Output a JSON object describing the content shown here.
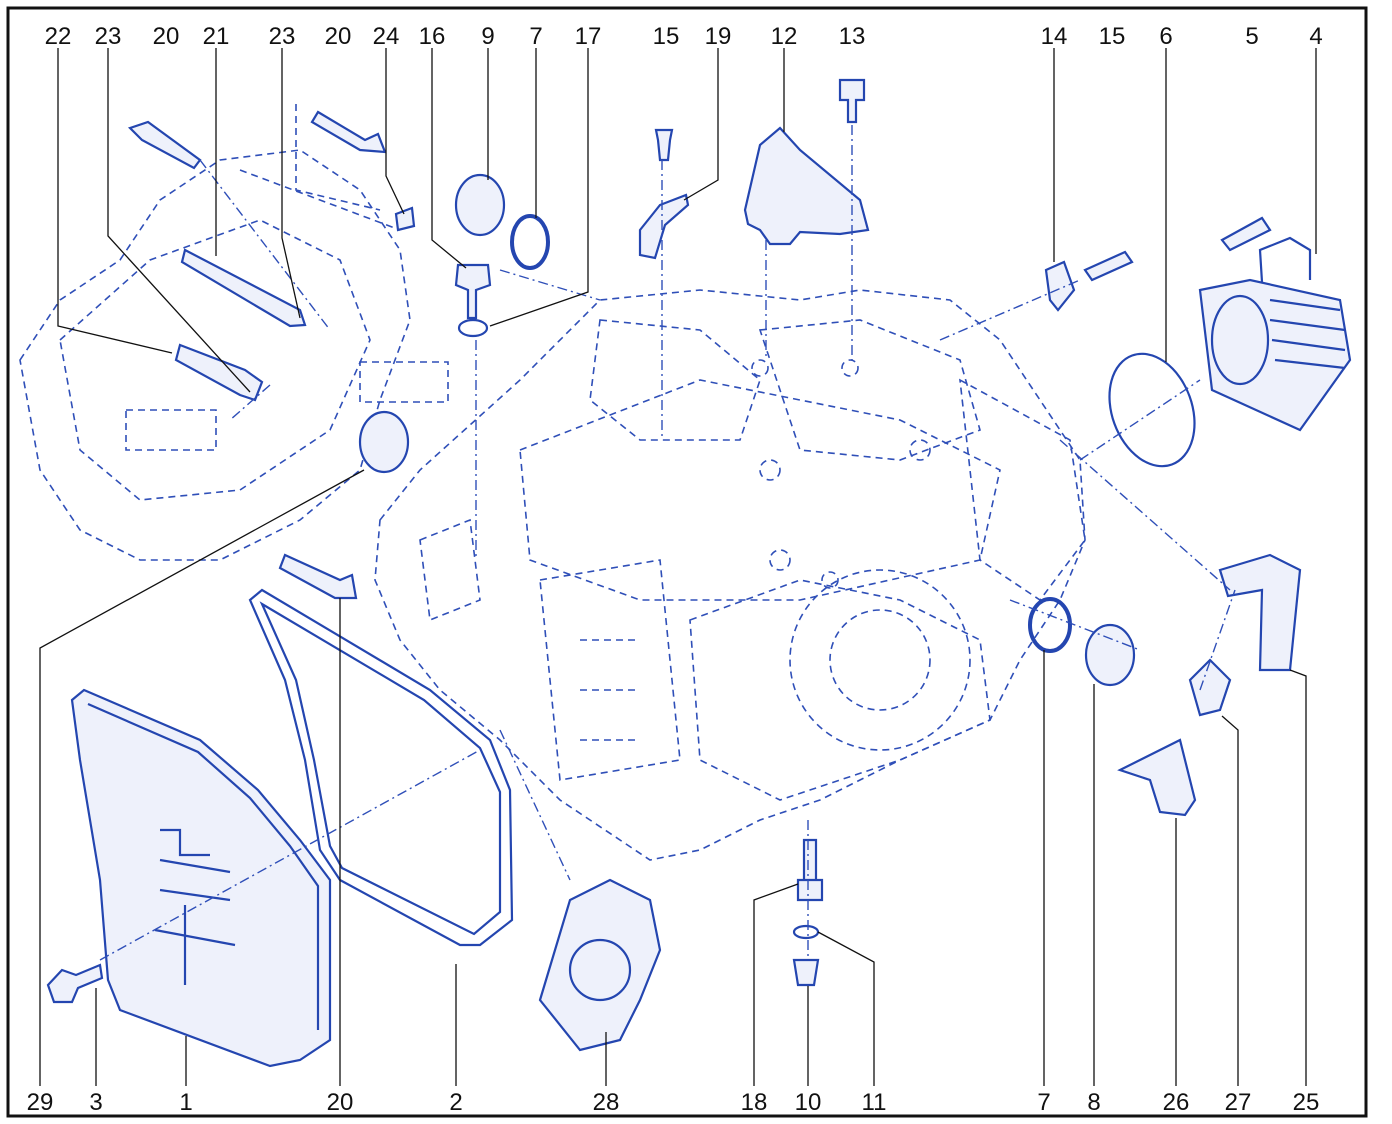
{
  "diagram": {
    "callouts_top": [
      "22",
      "23",
      "20",
      "21",
      "23",
      "20",
      "24",
      "16",
      "9",
      "7",
      "17",
      "15",
      "19",
      "12",
      "13",
      "14",
      "15",
      "6",
      "5",
      "4"
    ],
    "callouts_bottom": [
      "29",
      "3",
      "1",
      "20",
      "2",
      "28",
      "18",
      "10",
      "11",
      "7",
      "8",
      "26",
      "27",
      "25"
    ],
    "line_color": "#2446b0",
    "fill_color": "#eef1fb"
  }
}
